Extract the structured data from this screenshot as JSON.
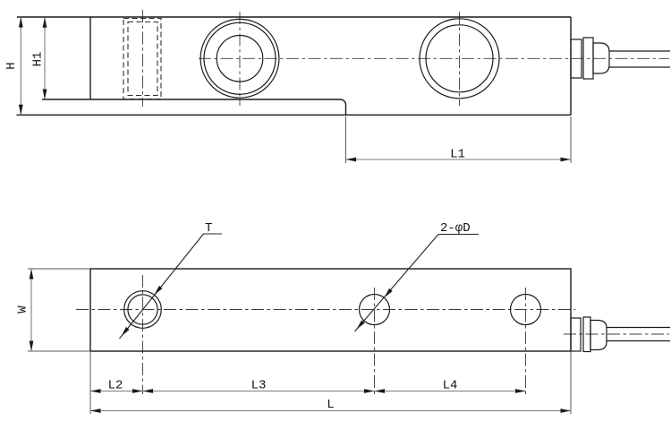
{
  "side_view": {
    "dim_h": "H",
    "dim_h1": "H1",
    "dim_l1": "L1"
  },
  "plan_view": {
    "thread_label": "T",
    "holes_label": "2-φD",
    "dim_w": "W",
    "dim_l2": "L2",
    "dim_l3": "L3",
    "dim_l4": "L4",
    "dim_l": "L"
  },
  "colors": {
    "background": "#ffffff",
    "object_line": "#1a1a1a",
    "dimension_line": "#7d7d7d"
  }
}
